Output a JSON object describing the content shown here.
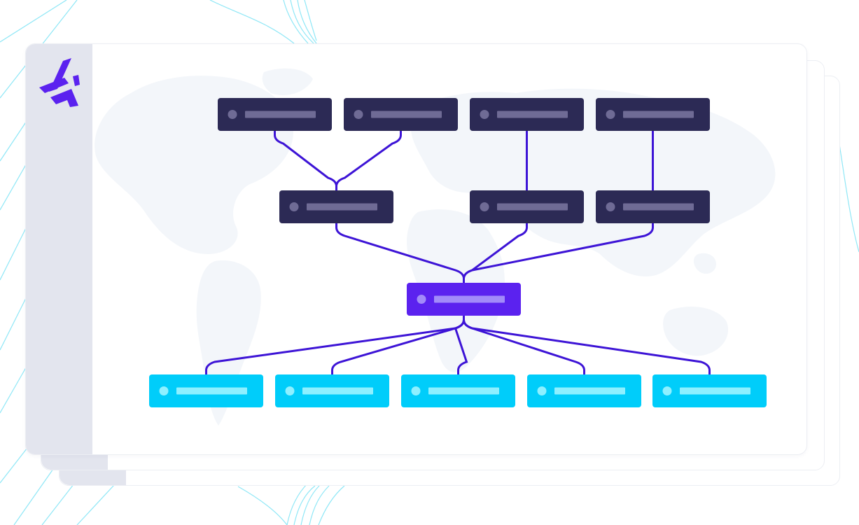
{
  "colors": {
    "accent": "#5b22ef",
    "connector": "#3d14d6",
    "node_dark": "#2c2a55",
    "node_dark_bar": "#6f6b95",
    "node_hub": "#5b22ef",
    "node_hub_bar": "#a28bf9",
    "node_cyan": "#00cdfa",
    "node_cyan_bar": "#8ef0ff",
    "sidebar": "#e3e5ee",
    "map": "#f3f6fa",
    "background_lines": "#7be3f5"
  },
  "logo": {
    "icon": "stylized-h-logo-icon"
  },
  "diagram": {
    "rows": [
      {
        "role": "source",
        "nodes": [
          "s1",
          "s2",
          "s3",
          "s4"
        ]
      },
      {
        "role": "aggregator",
        "nodes": [
          "a1",
          "a2",
          "a3"
        ]
      },
      {
        "role": "hub",
        "nodes": [
          "hub"
        ]
      },
      {
        "role": "destination",
        "nodes": [
          "d1",
          "d2",
          "d3",
          "d4",
          "d5"
        ]
      }
    ],
    "edges": [
      [
        "s1",
        "a1"
      ],
      [
        "s2",
        "a1"
      ],
      [
        "s3",
        "a2"
      ],
      [
        "s4",
        "a3"
      ],
      [
        "a1",
        "hub"
      ],
      [
        "a2",
        "hub"
      ],
      [
        "a3",
        "hub"
      ],
      [
        "hub",
        "d1"
      ],
      [
        "hub",
        "d2"
      ],
      [
        "hub",
        "d3"
      ],
      [
        "hub",
        "d4"
      ],
      [
        "hub",
        "d5"
      ]
    ]
  }
}
